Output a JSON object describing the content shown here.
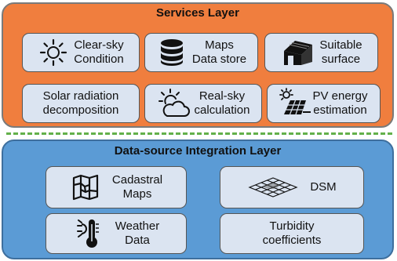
{
  "services_layer": {
    "title": "Services Layer",
    "boxes": [
      {
        "line1": "Clear-sky",
        "line2": "Condition",
        "icon": "sun-icon"
      },
      {
        "line1": "Maps",
        "line2": "Data store",
        "icon": "database-icon"
      },
      {
        "line1": "Suitable",
        "line2": "surface",
        "icon": "house-roof-icon"
      },
      {
        "line1": "Solar radiation",
        "line2": "decomposition",
        "icon": ""
      },
      {
        "line1": "Real-sky",
        "line2": "calculation",
        "icon": "sun-cloud-icon"
      },
      {
        "line1": "PV energy",
        "line2": "estimation",
        "icon": "solar-panel-icon"
      }
    ]
  },
  "data_source_layer": {
    "title": "Data-source Integration Layer",
    "boxes": [
      {
        "line1": "Cadastral",
        "line2": "Maps",
        "icon": "map-icon"
      },
      {
        "line1": "DSM",
        "line2": "",
        "icon": "terrain-mesh-icon"
      },
      {
        "line1": "Weather",
        "line2": "Data",
        "icon": "thermometer-sun-icon"
      },
      {
        "line1": "Turbidity",
        "line2": "coefficients",
        "icon": ""
      }
    ]
  },
  "colors": {
    "services_bg": "#f07e3e",
    "datasrc_bg": "#5b9bd5",
    "box_bg": "#dbe4f1",
    "divider": "#63b04a"
  }
}
